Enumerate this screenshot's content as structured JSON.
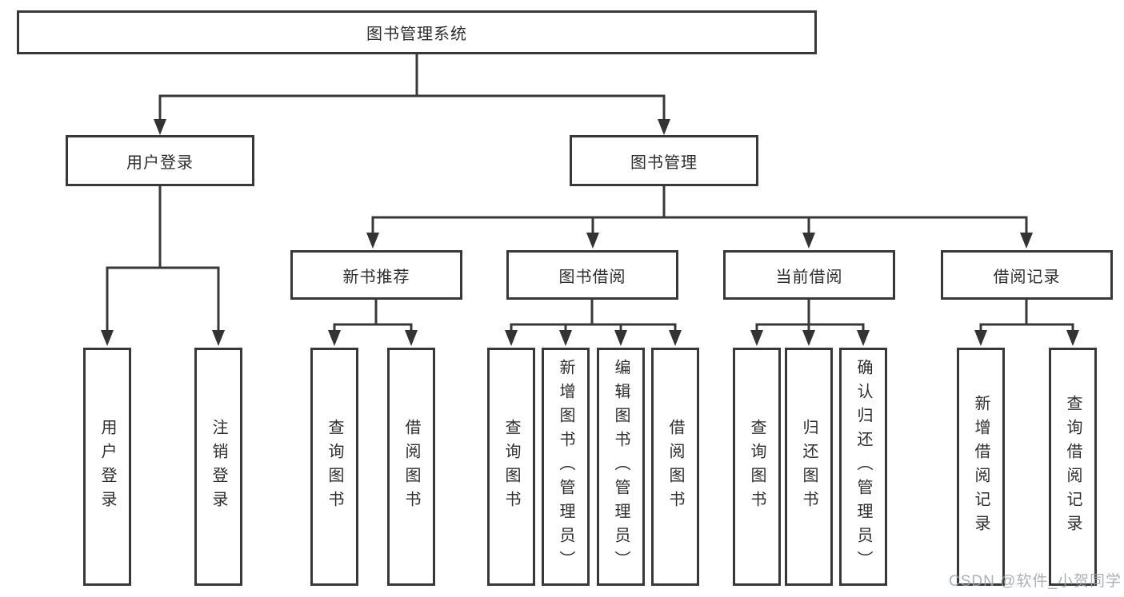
{
  "diagram": {
    "type": "hierarchy-tree",
    "colors": {
      "background": "#ffffff",
      "node_border": "#383838",
      "node_fill": "#ffffff",
      "line": "#383838",
      "text": "#2e2e2e",
      "watermark_text": "#9ea3a8"
    },
    "tree": {
      "label": "图书管理系统",
      "children": [
        {
          "label": "用户登录",
          "children": [
            {
              "label": "用户登录"
            },
            {
              "label": "注销登录"
            }
          ]
        },
        {
          "label": "图书管理",
          "children": [
            {
              "label": "新书推荐",
              "children": [
                {
                  "label": "查询图书"
                },
                {
                  "label": "借阅图书"
                }
              ]
            },
            {
              "label": "图书借阅",
              "children": [
                {
                  "label": "查询图书"
                },
                {
                  "label": "新增图书（管理员）"
                },
                {
                  "label": "编辑图书（管理员）"
                },
                {
                  "label": "借阅图书"
                }
              ]
            },
            {
              "label": "当前借阅",
              "children": [
                {
                  "label": "查询图书"
                },
                {
                  "label": "归还图书"
                },
                {
                  "label": "确认归还（管理员）"
                }
              ]
            },
            {
              "label": "借阅记录",
              "children": [
                {
                  "label": "新增借阅记录"
                },
                {
                  "label": "查询借阅记录"
                }
              ]
            }
          ]
        }
      ]
    },
    "watermark": {
      "text": "CSDN @软件_小贺同学"
    }
  }
}
